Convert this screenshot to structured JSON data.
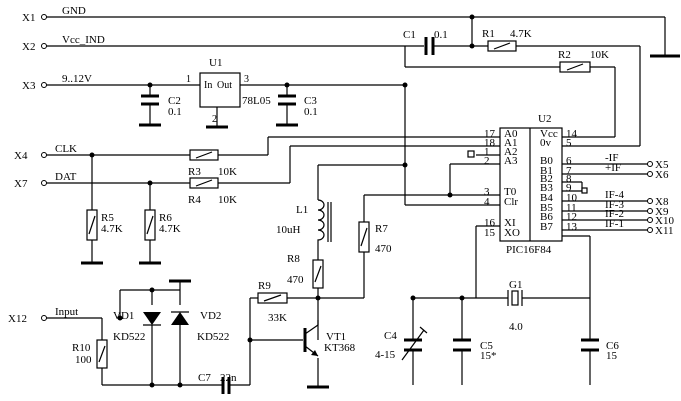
{
  "connectors": {
    "x1": "X1",
    "x2": "X2",
    "x3": "X3",
    "x4": "X4",
    "x7": "X7",
    "x12": "X12",
    "x5": "X5",
    "x6": "X6",
    "x8": "X8",
    "x9": "X9",
    "x10": "X10",
    "x11": "X11"
  },
  "nets": {
    "gnd": "GND",
    "vcc_ind": "Vcc_IND",
    "supply": "9..12V",
    "clk": "CLK",
    "dat": "DAT",
    "input": "Input",
    "minus_if": "-IF",
    "plus_if": "+IF",
    "if4": "IF-4",
    "if3": "IF-3",
    "if2": "IF-2",
    "if1": "IF-1"
  },
  "components": {
    "c1": {
      "ref": "C1",
      "value": "0.1"
    },
    "r1": {
      "ref": "R1",
      "value": "4.7K"
    },
    "r2": {
      "ref": "R2",
      "value": "10K"
    },
    "u1": {
      "ref": "U1",
      "part": "78L05",
      "label_in": "In",
      "label_out": "Out",
      "pin1": "1",
      "pin2": "2",
      "pin3": "3"
    },
    "c2": {
      "ref": "C2",
      "value": "0.1"
    },
    "c3": {
      "ref": "C3",
      "value": "0.1"
    },
    "r3": {
      "ref": "R3",
      "value": "10K"
    },
    "r4": {
      "ref": "R4",
      "value": "10K"
    },
    "r5": {
      "ref": "R5",
      "value": "4.7K"
    },
    "r6": {
      "ref": "R6",
      "value": "4.7K"
    },
    "l1": {
      "ref": "L1",
      "value": "10uH"
    },
    "r7": {
      "ref": "R7",
      "value": "470"
    },
    "r8": {
      "ref": "R8",
      "value": "470"
    },
    "r9": {
      "ref": "R9",
      "value": "33K"
    },
    "vt1": {
      "ref": "VT1",
      "part": "KT368"
    },
    "vd1": {
      "ref": "VD1",
      "part": "KD522"
    },
    "vd2": {
      "ref": "VD2",
      "part": "KD522"
    },
    "r10": {
      "ref": "R10",
      "value": "100"
    },
    "c7": {
      "ref": "C7",
      "value": "22n"
    },
    "c4": {
      "ref": "C4",
      "value": "4-15"
    },
    "c5": {
      "ref": "C5",
      "value": "15*"
    },
    "c6": {
      "ref": "C6",
      "value": "15"
    },
    "g1": {
      "ref": "G1",
      "value": "4.0"
    }
  },
  "u2": {
    "ref": "U2",
    "part": "PIC16F84",
    "left_pins": [
      {
        "num": "17",
        "name": "A0"
      },
      {
        "num": "18",
        "name": "A1"
      },
      {
        "num": "1",
        "name": "A2"
      },
      {
        "num": "2",
        "name": "A3"
      },
      {
        "num": "3",
        "name": "T0"
      },
      {
        "num": "4",
        "name": "Clr"
      },
      {
        "num": "16",
        "name": "XI"
      },
      {
        "num": "15",
        "name": "XO"
      }
    ],
    "right_pins": [
      {
        "num": "14",
        "name": "Vcc"
      },
      {
        "num": "5",
        "name": "0v"
      },
      {
        "num": "6",
        "name": "B0"
      },
      {
        "num": "7",
        "name": "B1"
      },
      {
        "num": "8",
        "name": "B2"
      },
      {
        "num": "9",
        "name": "B3"
      },
      {
        "num": "10",
        "name": "B4"
      },
      {
        "num": "11",
        "name": "B5"
      },
      {
        "num": "12",
        "name": "B6"
      },
      {
        "num": "13",
        "name": "B7"
      }
    ]
  }
}
